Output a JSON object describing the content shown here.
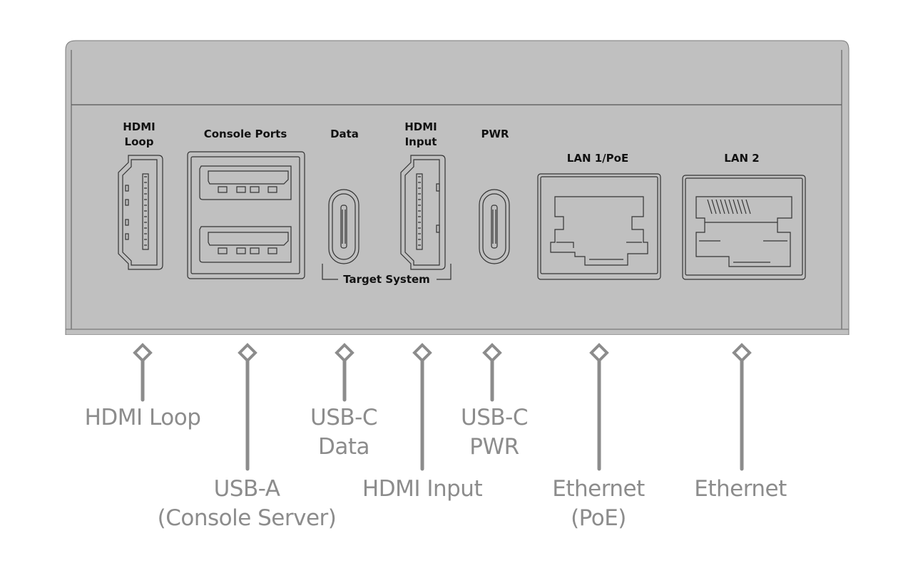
{
  "diagram": {
    "device_color": "#c0c0c0",
    "line_color": "#555555",
    "callout_color": "#8c8c8c"
  },
  "ports": [
    {
      "id": "hdmi-loop",
      "label": "HDMI\nLoop",
      "type": "hdmi"
    },
    {
      "id": "console-ports",
      "label": "Console Ports",
      "type": "usb-a-dual"
    },
    {
      "id": "data",
      "label": "Data",
      "type": "usb-c"
    },
    {
      "id": "hdmi-input",
      "label": "HDMI\nInput",
      "type": "hdmi"
    },
    {
      "id": "pwr",
      "label": "PWR",
      "type": "usb-c"
    },
    {
      "id": "lan1",
      "label": "LAN 1/PoE",
      "type": "rj45"
    },
    {
      "id": "lan2",
      "label": "LAN 2",
      "type": "rj45-shielded"
    }
  ],
  "groups": [
    {
      "label": "Target System",
      "spans": [
        "data",
        "hdmi-input"
      ]
    }
  ],
  "callouts": [
    {
      "port": "hdmi-loop",
      "label": "HDMI Loop"
    },
    {
      "port": "console-ports",
      "label": "USB-A\n(Console Server)"
    },
    {
      "port": "data",
      "label": "USB-C\nData"
    },
    {
      "port": "hdmi-input",
      "label": "HDMI Input"
    },
    {
      "port": "pwr",
      "label": "USB-C\nPWR"
    },
    {
      "port": "lan1",
      "label": "Ethernet\n(PoE)"
    },
    {
      "port": "lan2",
      "label": "Ethernet"
    }
  ]
}
